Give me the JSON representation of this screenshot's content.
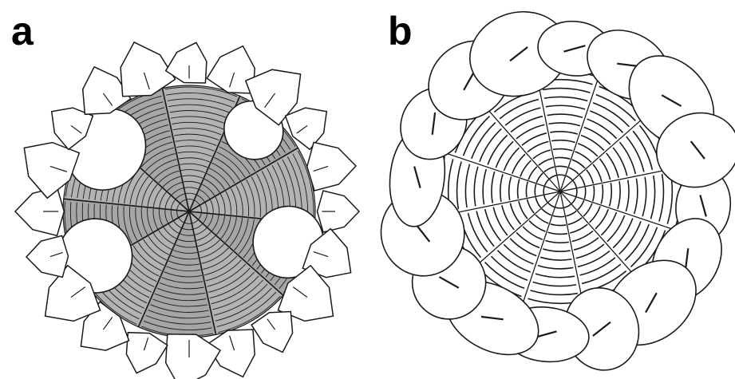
{
  "panels": [
    {
      "label": "a",
      "style": "faceted-polyhedral-caps-with-stippled-tubes"
    },
    {
      "label": "b",
      "style": "rounded-elliptical-caps-with-line-tubes"
    }
  ],
  "colors": {
    "ink": "#1a1a1a",
    "background": "#ffffff",
    "stipple": "#9a9a9a"
  },
  "counts": {
    "ring_lines_per_spoke_a": 20,
    "ring_lines_per_spoke_b": 14,
    "caps_b": 16,
    "tubes_a": 10,
    "tubes_b": 12
  }
}
